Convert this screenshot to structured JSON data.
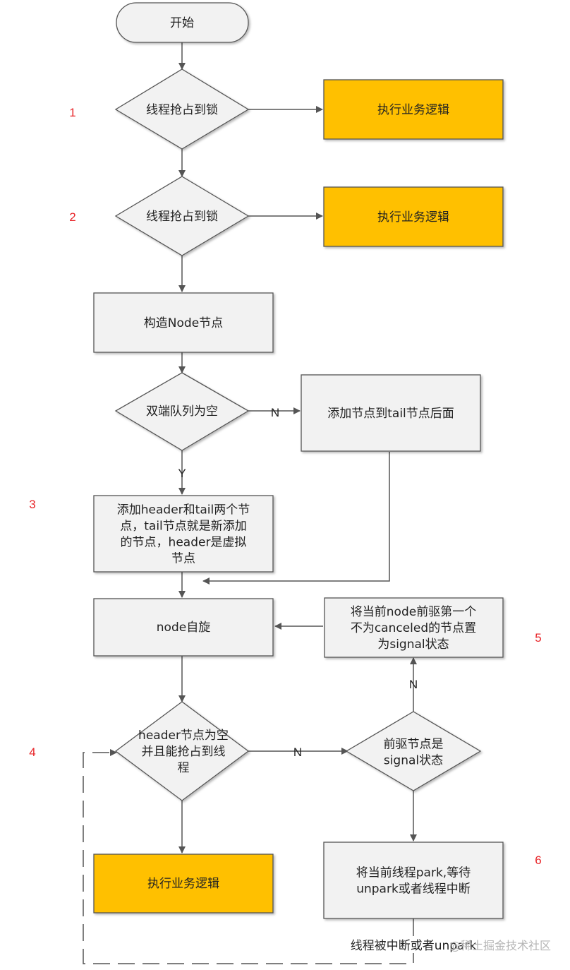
{
  "colors": {
    "box_fill": "#f2f2f2",
    "box_stroke": "#555555",
    "highlight_fill": "#ffc000",
    "line": "#555555",
    "step_number": "#e8262a"
  },
  "nodes": {
    "start": {
      "lines": [
        "开始"
      ]
    },
    "decision_acquire_lock_1": {
      "lines": [
        "线程抢占到锁"
      ]
    },
    "execute_logic_1": {
      "lines": [
        "执行业务逻辑"
      ]
    },
    "decision_acquire_lock_2": {
      "lines": [
        "线程抢占到锁"
      ]
    },
    "execute_logic_2": {
      "lines": [
        "执行业务逻辑"
      ]
    },
    "construct_node": {
      "lines": [
        "构造Node节点"
      ]
    },
    "decision_queue_empty": {
      "lines": [
        "双端队列为空"
      ]
    },
    "add_after_tail": {
      "lines": [
        "添加节点到tail节点后面"
      ]
    },
    "add_header_tail": {
      "lines": [
        "添加header和tail两个节",
        "点，tail节点就是新添加",
        "的节点，header是虚拟",
        "节点"
      ]
    },
    "node_spin": {
      "lines": [
        "node自旋"
      ]
    },
    "set_signal": {
      "lines": [
        "将当前node前驱第一个",
        "不为canceled的节点置",
        "为signal状态"
      ]
    },
    "decision_header_empty": {
      "lines": [
        "header节点为空",
        "并且能抢占到线",
        "程"
      ]
    },
    "decision_pred_signal": {
      "lines": [
        "前驱节点是",
        "signal状态"
      ]
    },
    "execute_logic_3": {
      "lines": [
        "执行业务逻辑"
      ]
    },
    "park_thread": {
      "lines": [
        "将当前线程park,等待",
        "unpark或者线程中断"
      ]
    }
  },
  "edge_labels": {
    "queue_not_empty": "N",
    "queue_empty": "Y",
    "header_not_empty": "N",
    "pred_not_signal": "N",
    "interrupted_or_unpark": "线程被中断或者unpark"
  },
  "step_numbers": [
    "1",
    "2",
    "3",
    "4",
    "5",
    "6"
  ],
  "watermark": "@稀土掘金技术社区"
}
